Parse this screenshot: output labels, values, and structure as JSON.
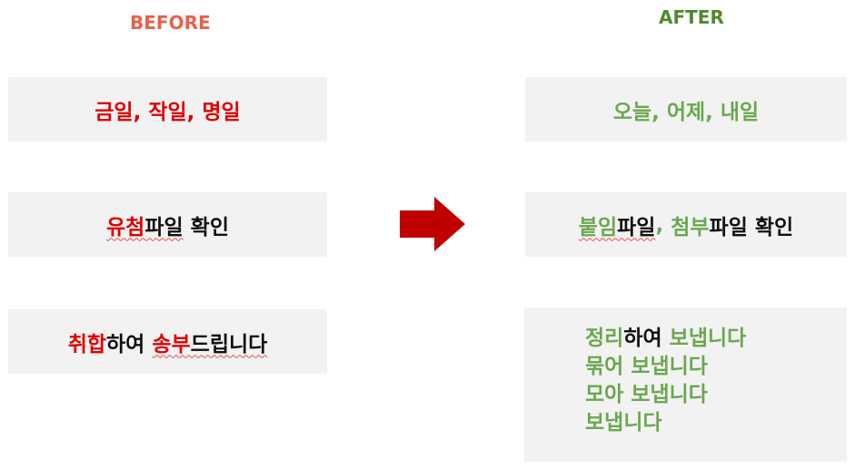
{
  "before": {
    "header": "BEFORE",
    "rows": [
      {
        "segments": [
          {
            "text": "금일, 작일, 명일",
            "role": "red"
          }
        ]
      },
      {
        "segments": [
          {
            "text": "유첨",
            "role": "red",
            "squiggle": true
          },
          {
            "text": "파일",
            "role": "dark",
            "squiggle": true
          },
          {
            "text": " 확인",
            "role": "dark"
          }
        ]
      },
      {
        "segments": [
          {
            "text": "취합",
            "role": "red"
          },
          {
            "text": "하여 ",
            "role": "dark"
          },
          {
            "text": "송부",
            "role": "red",
            "squiggle": true
          },
          {
            "text": "드립니다",
            "role": "dark",
            "squiggle": true
          }
        ]
      }
    ]
  },
  "after": {
    "header": "AFTER",
    "rows": [
      {
        "segments": [
          {
            "text": "오늘, 어제, 내일",
            "role": "green"
          }
        ]
      },
      {
        "segments": [
          {
            "text": "붙임",
            "role": "green",
            "squiggle": true
          },
          {
            "text": "파일",
            "role": "dark",
            "squiggle": true
          },
          {
            "text": ", ",
            "role": "green"
          },
          {
            "text": "첨부",
            "role": "green"
          },
          {
            "text": "파일 확인",
            "role": "dark"
          }
        ]
      },
      {
        "lines": [
          [
            {
              "text": "정리",
              "role": "green"
            },
            {
              "text": "하여 ",
              "role": "dark"
            },
            {
              "text": "보냅니다",
              "role": "green"
            }
          ],
          [
            {
              "text": "묶어 보냅니다",
              "role": "green"
            }
          ],
          [
            {
              "text": "모아 보냅니다",
              "role": "green"
            }
          ],
          [
            {
              "text": "보냅니다",
              "role": "green"
            }
          ]
        ]
      }
    ]
  },
  "colors": {
    "before_header": "#e8604a",
    "after_header": "#4f8a2e",
    "red": "#e00000",
    "green": "#6aa84f",
    "dark": "#111111",
    "box_bg": "#f2f2f2",
    "arrow": "#c00000"
  },
  "arrow_icon": "right-arrow-icon"
}
